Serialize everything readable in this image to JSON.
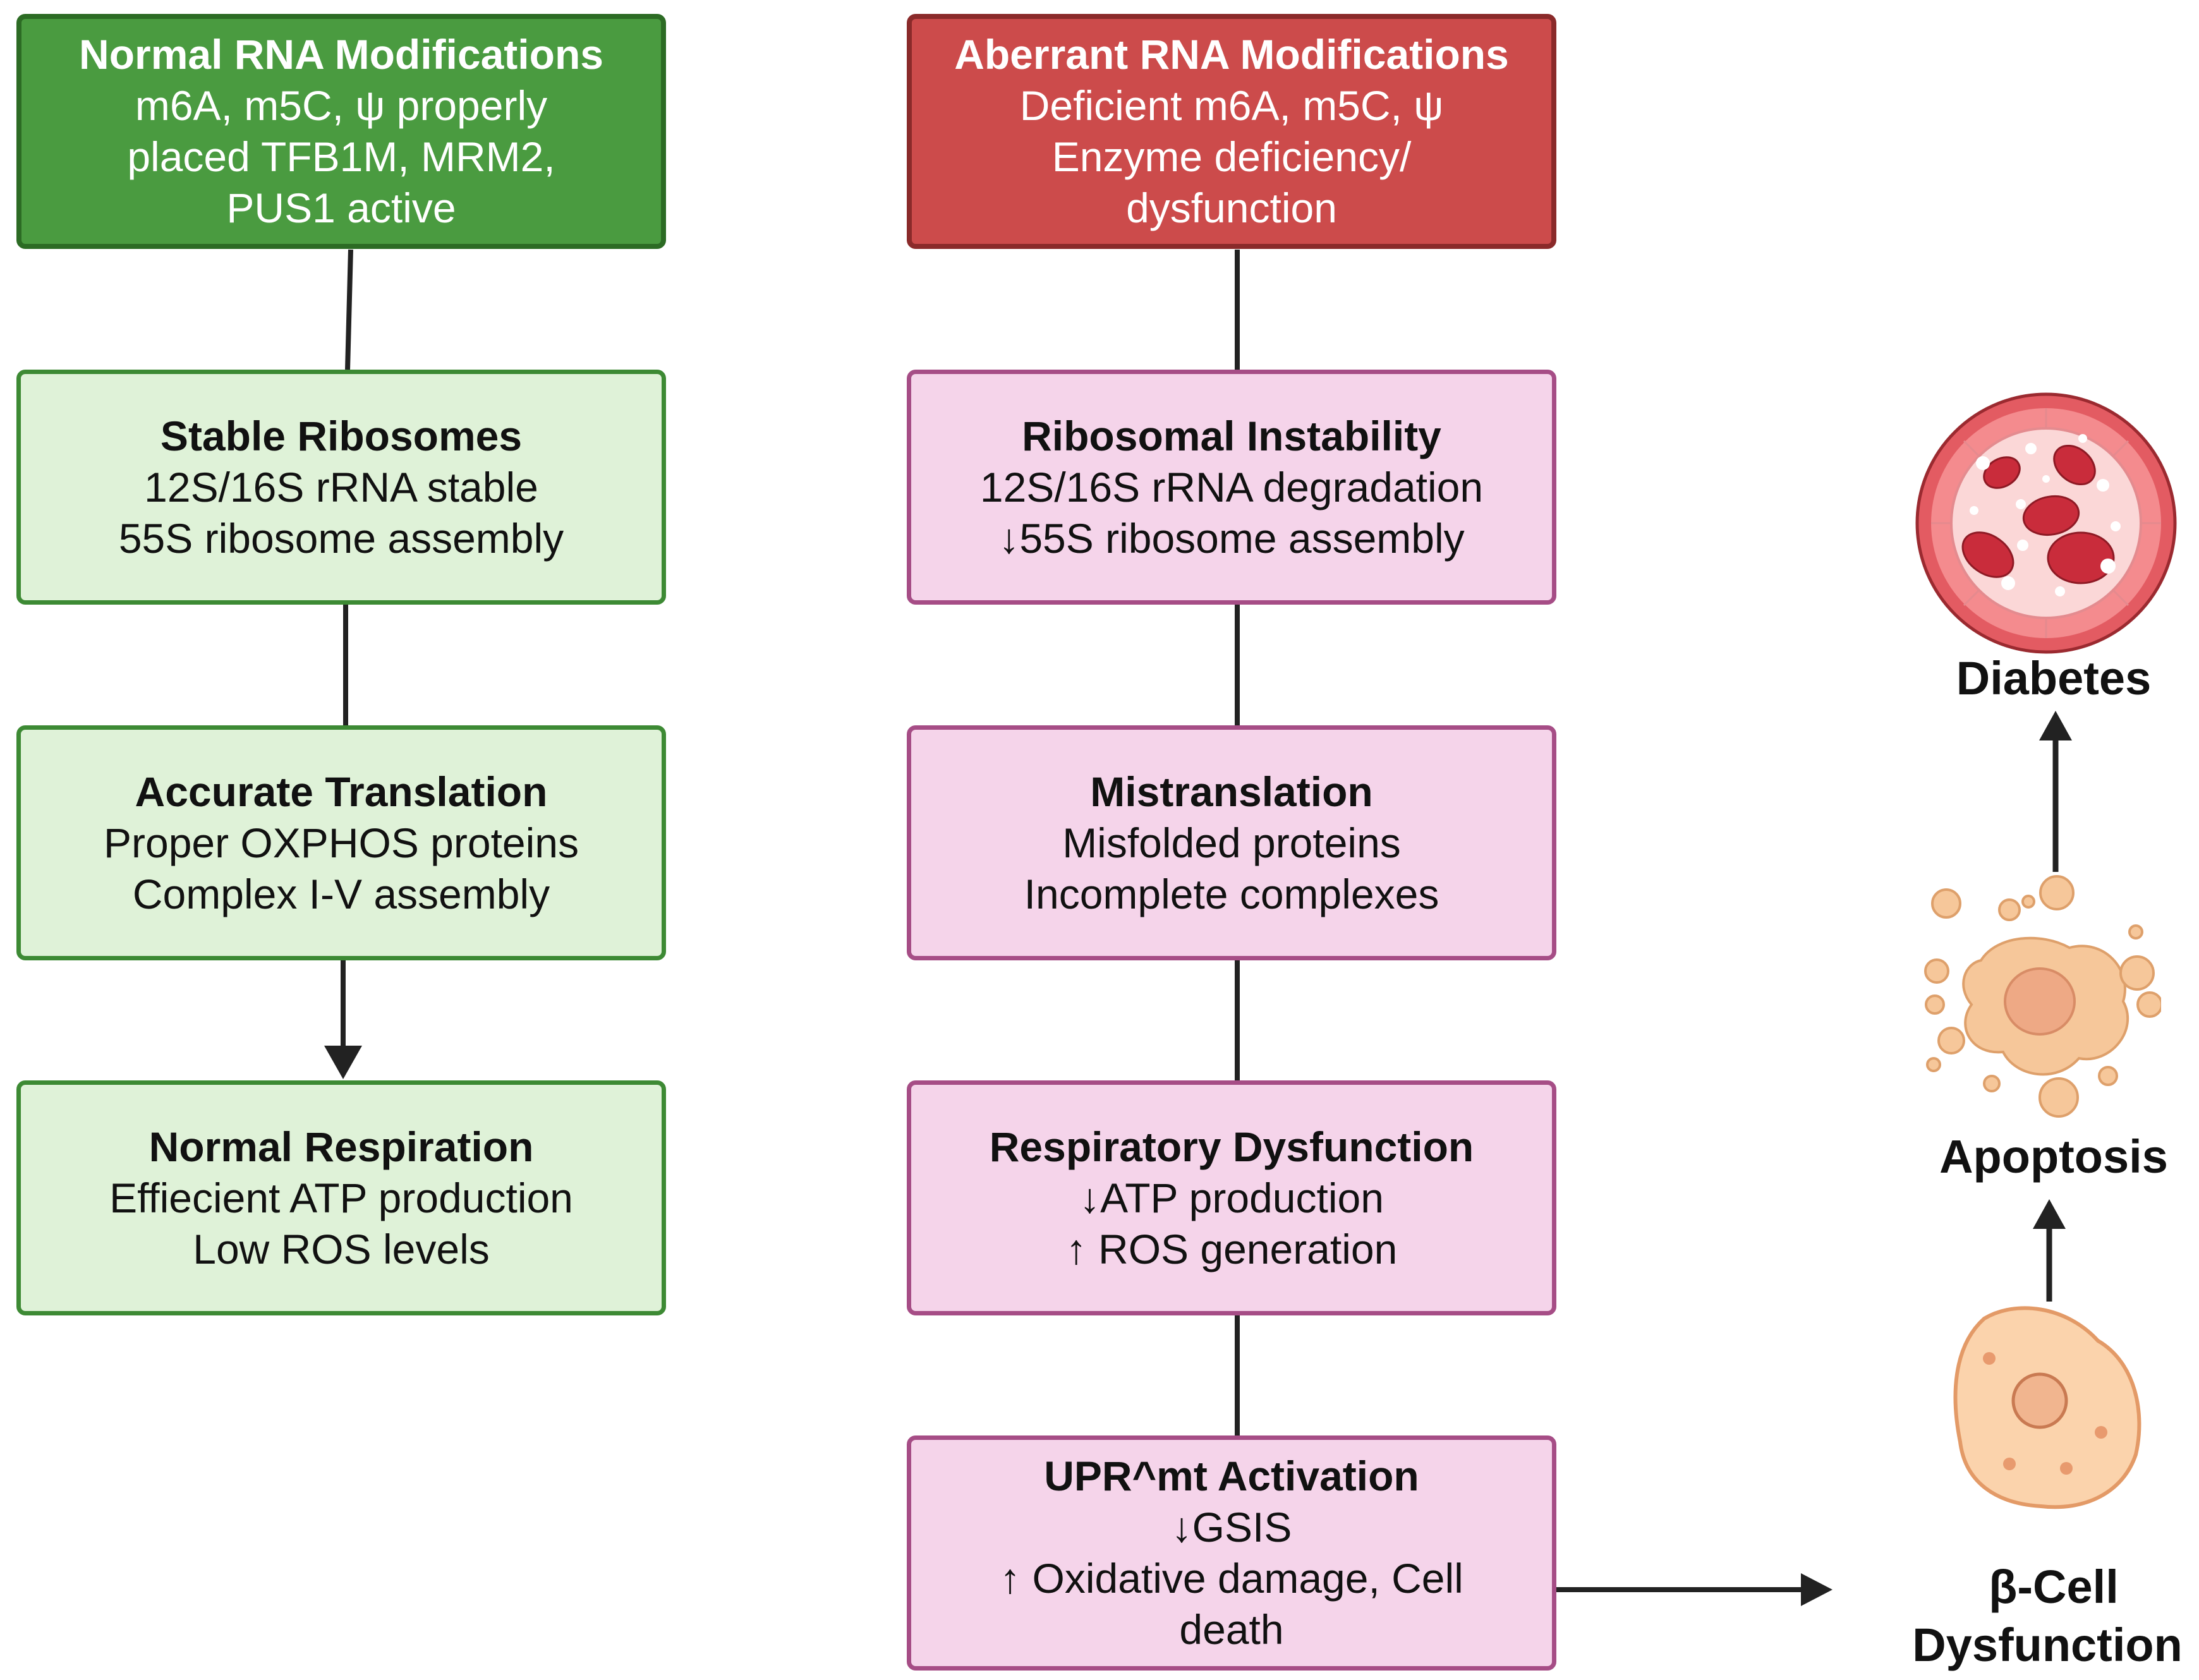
{
  "left_column": [
    {
      "title": "Normal RNA Modifications",
      "lines": [
        "m6A, m5C, ψ properly",
        "placed TFB1M, MRM2,",
        "PUS1 active"
      ]
    },
    {
      "title": "Stable Ribosomes",
      "lines": [
        "12S/16S rRNA stable",
        "55S ribosome assembly"
      ]
    },
    {
      "title": "Accurate Translation",
      "lines": [
        "Proper OXPHOS proteins",
        "Complex I-V assembly"
      ]
    },
    {
      "title": "Normal Respiration",
      "lines": [
        "Effiecient ATP production",
        "Low ROS levels"
      ]
    }
  ],
  "right_column": [
    {
      "title": "Aberrant RNA Modifications",
      "lines": [
        "Deficient m6A, m5C, ψ",
        "Enzyme deficiency/",
        "dysfunction"
      ]
    },
    {
      "title": "Ribosomal Instability",
      "lines": [
        "12S/16S rRNA degradation",
        "↓55S ribosome assembly"
      ]
    },
    {
      "title": "Mistranslation",
      "lines": [
        "Misfolded proteins",
        "Incomplete complexes"
      ]
    },
    {
      "title": "Respiratory Dysfunction",
      "lines": [
        "↓ATP production",
        "↑ ROS generation"
      ]
    },
    {
      "title": "UPR^mt Activation",
      "lines": [
        "↓GSIS",
        "↑ Oxidative damage, Cell",
        "death"
      ]
    }
  ],
  "outcomes": {
    "beta_cell_line1": "β-Cell",
    "beta_cell_line2": "Dysfunction",
    "apoptosis": "Apoptosis",
    "diabetes": "Diabetes"
  },
  "colors": {
    "normal_header": "#4a9b40",
    "aberrant_header": "#cc4b4b",
    "normal_box": "#dff2d8",
    "aberrant_box": "#f5d4ea",
    "connector": "#222222"
  },
  "icons": [
    "blood-vessel-icon",
    "apoptotic-cell-icon",
    "beta-cell-icon"
  ]
}
